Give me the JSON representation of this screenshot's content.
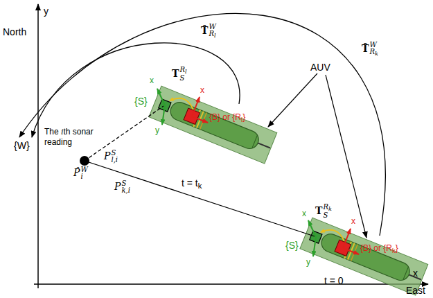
{
  "diagram": {
    "labels": [
      "North",
      "y",
      "x",
      "East",
      "{W}",
      "The",
      "i",
      "th sonar",
      "reading",
      "P̂",
      "i",
      "W",
      "P",
      "l,i",
      "S",
      "P",
      "k,i",
      "S",
      "{S}",
      "{S}",
      "{B} or {R",
      "l",
      "}",
      "{B} or {R",
      "k",
      "}",
      "T",
      "S",
      "R",
      "l",
      "T",
      "S",
      "R",
      "k",
      "T̂",
      "R",
      "l",
      "W",
      "T̂",
      "R",
      "k",
      "W",
      "AUV",
      "t = t",
      "k",
      "t = 0",
      "x",
      "y",
      "x",
      "x",
      "y",
      "x"
    ]
  }
}
